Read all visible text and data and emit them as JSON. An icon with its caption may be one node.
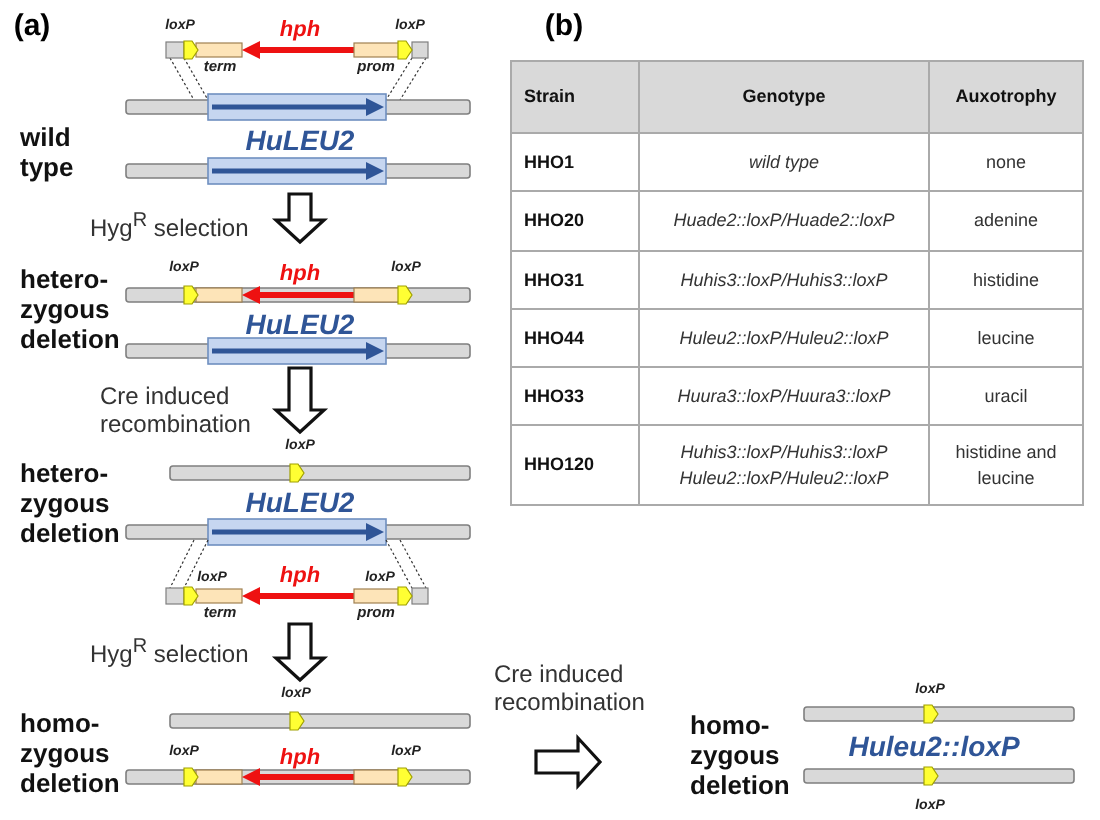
{
  "diagram": {
    "nodes": [
      {
        "text": [
          "wild type"
        ]
      },
      {
        "text": [
          "hetero- zygous deletion"
        ]
      },
      {
        "text": [
          "hetero- zygous deletion"
        ]
      },
      {
        "text": [
          "homo- zygous deletion"
        ]
      },
      {
        "text": [
          "homo- zygous deletion"
        ]
      }
    ],
    "edges": [
      {
        "from": 0,
        "to": 1,
        "arrow": "to",
        "label": "Hyg$^{R}$ selection"
      },
      {
        "from": 1,
        "to": 2,
        "arrow": "to",
        "label": "Cre induced recombination"
      },
      {
        "from": 2,
        "to": 3,
        "arrow": "to",
        "label": "Hyg$^{R}$ selection"
      },
      {
        "from": 3,
        "to": 4,
        "arrow": "to",
        "label": "Cre induced recombination"
      }
    ],
    "labels": [
      "(a)",
      "(b)",
      "loxP",
      "hph",
      "loxP",
      "term",
      "prom",
      "HuLEU2",
      "loxP",
      "hph",
      "loxP",
      "HuLEU2",
      "loxP",
      "HuLEU2",
      "loxP",
      "hph",
      "loxP",
      "term",
      "prom",
      "loxP",
      "loxP",
      "hph",
      "loxP",
      "loxP",
      "Huleu2::loxP",
      "loxP",
      "Strain",
      "Genotype",
      "Auxotrophy",
      "HHO1",
      "wild type",
      "none",
      "HHO20",
      "Huade2::loxP/Huade2::loxP",
      "adenine",
      "HHO31",
      "Huhis3::loxP/Huhis3::loxP",
      "histidine",
      "HHO44",
      "Huleu2::loxP/Huleu2::loxP",
      "leucine",
      "HHO33",
      "Huura3::loxP/Huura3::loxP",
      "uracil",
      "HHO120",
      "Huhis3::loxP/Huhis3::loxP Huleu2::loxP/Huleu2::loxP",
      "histidine and leucine"
    ]
  }
}
